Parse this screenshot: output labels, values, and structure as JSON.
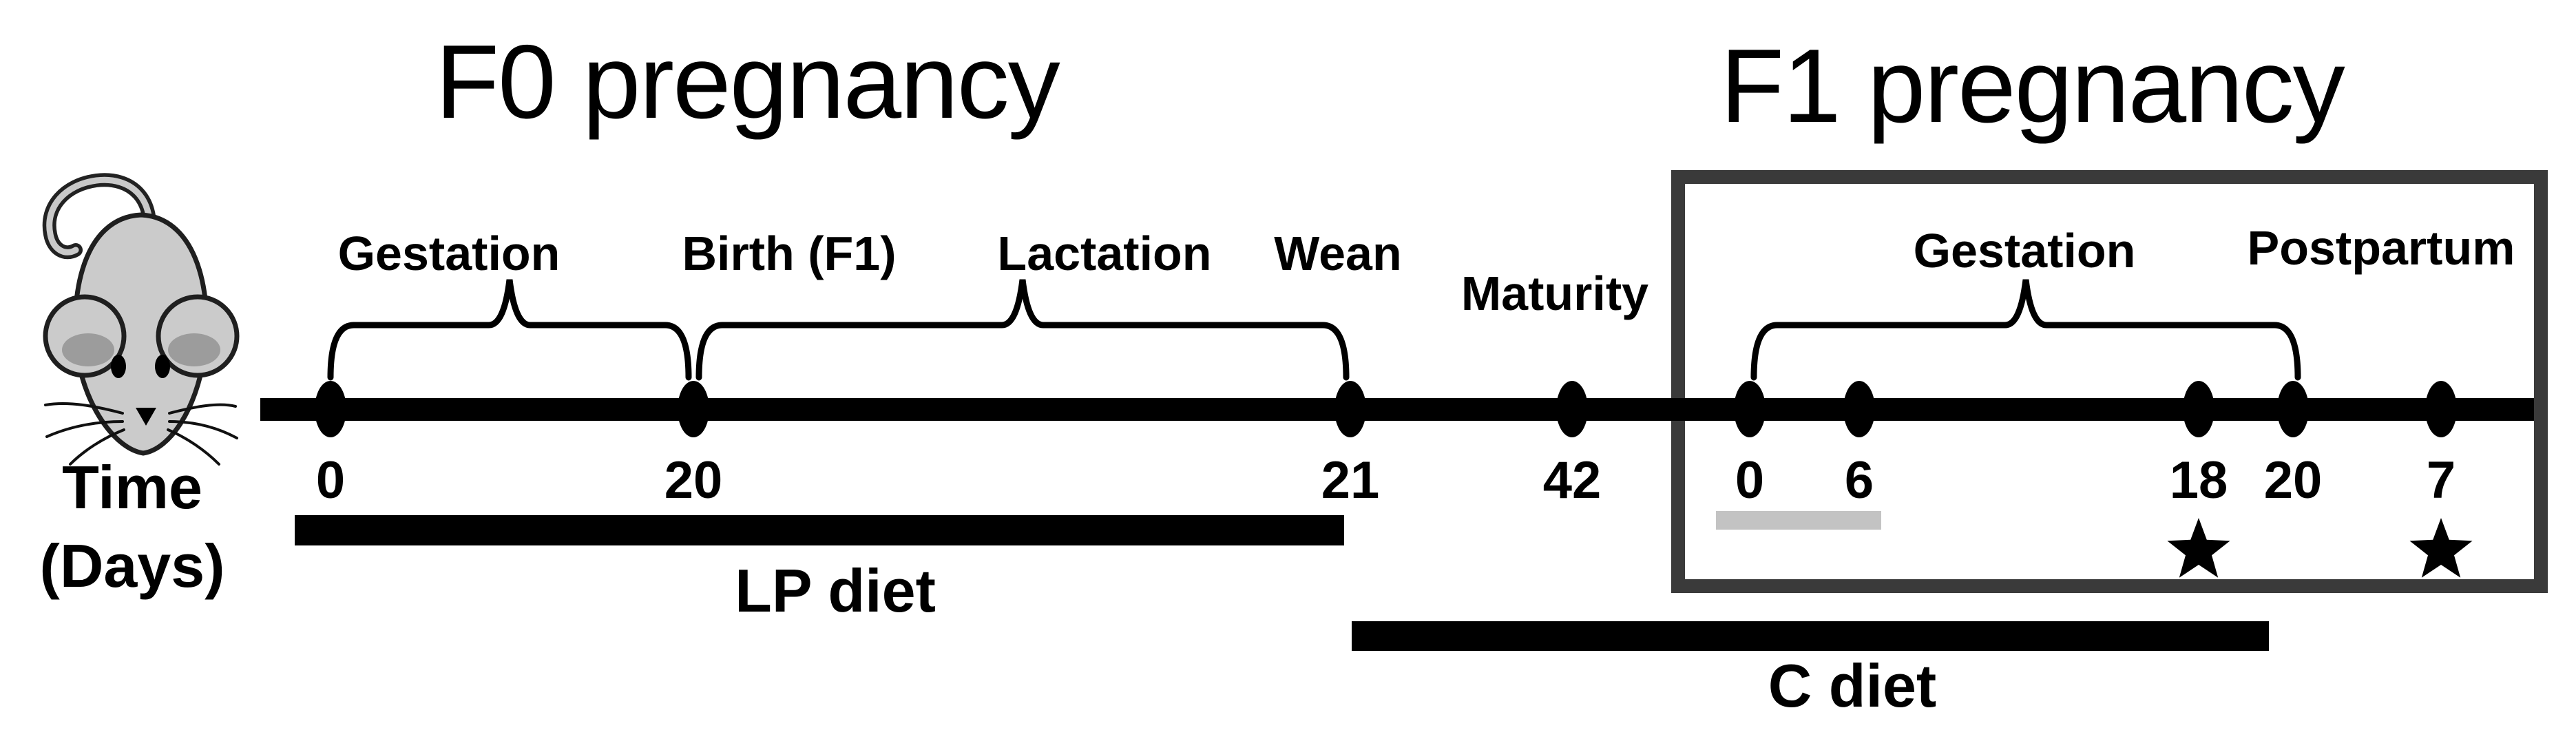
{
  "titles": {
    "f0": "F0 pregnancy",
    "f1": "F1 pregnancy"
  },
  "axis": {
    "label_line1": "Time",
    "label_line2": "(Days)"
  },
  "phases": {
    "f0_gestation": "Gestation",
    "birth": "Birth (F1)",
    "lactation": "Lactation",
    "wean": "Wean",
    "maturity": "Maturity",
    "f1_gestation": "Gestation",
    "postpartum": "Postpartum"
  },
  "timeline": {
    "ticks": [
      {
        "label": "0",
        "period": "F0"
      },
      {
        "label": "20",
        "period": "F0"
      },
      {
        "label": "21",
        "period": "F0"
      },
      {
        "label": "42",
        "period": "F0"
      },
      {
        "label": "0",
        "period": "F1"
      },
      {
        "label": "6",
        "period": "F1",
        "marker": "gray-bar"
      },
      {
        "label": "18",
        "period": "F1",
        "marker": "star"
      },
      {
        "label": "20",
        "period": "F1"
      },
      {
        "label": "7",
        "period": "F1 postpartum",
        "marker": "star"
      }
    ],
    "braces": [
      {
        "spans": "F0 day 0 to day 20",
        "label": "Gestation"
      },
      {
        "spans": "F0 day 20 to day 21",
        "label": "Lactation"
      },
      {
        "spans": "F1 day 0 to day 20",
        "label": "Gestation"
      }
    ],
    "gray_bar_span": "F1 day 0 to day 6",
    "star_markers_at": [
      "F1 gestation day 18",
      "F1 postpartum day 7"
    ]
  },
  "diets": {
    "lp": "LP diet",
    "c": "C diet"
  },
  "icons": {
    "mouse": "mouse-top-view-icon",
    "star": "filled-star-marker"
  },
  "colors": {
    "ink": "#000000",
    "box_border": "#3a3a3a",
    "gray_bar": "#c3c3c3",
    "mouse_body": "#cbcbcb",
    "mouse_inner_ear": "#9c9c9c",
    "background": "#ffffff"
  }
}
